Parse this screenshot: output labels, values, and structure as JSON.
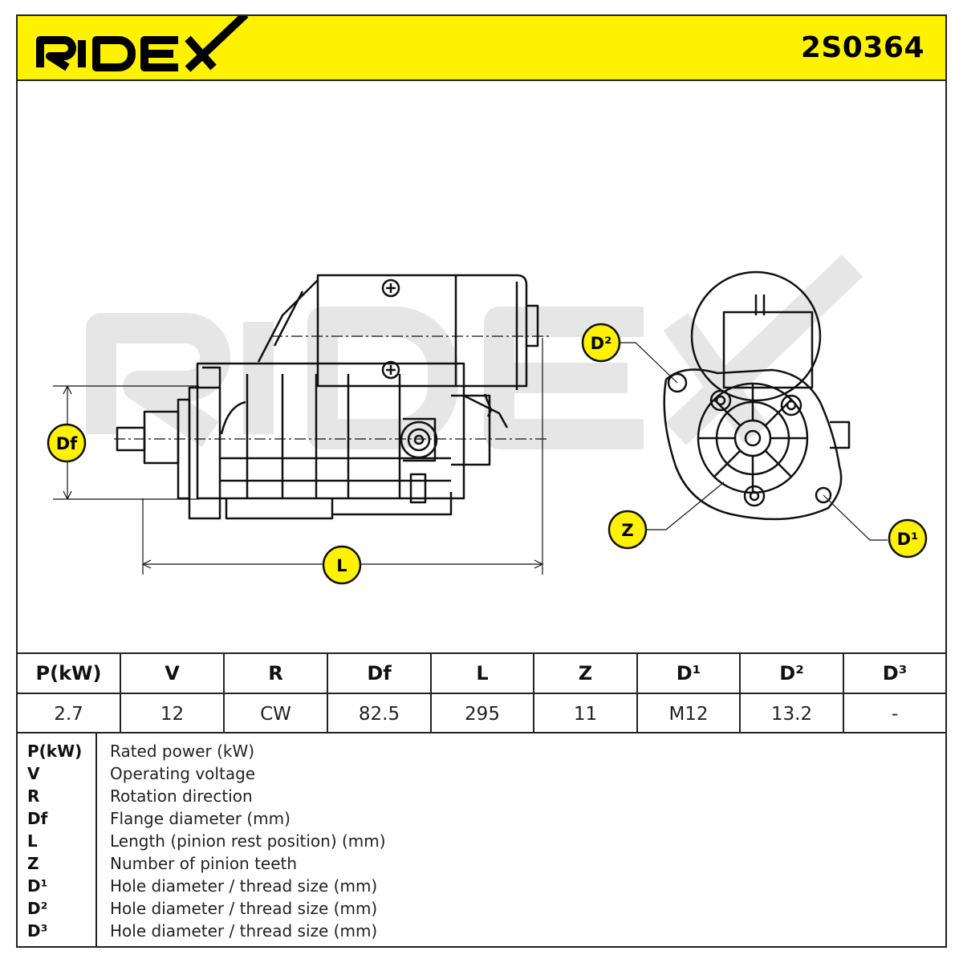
{
  "header": {
    "logo_text": "RIDEX",
    "part_number": "2S0364",
    "brand_color": "#fff200"
  },
  "drawing": {
    "watermark_text": "RIDEX",
    "callouts": {
      "df": "Df",
      "l": "L",
      "z": "Z",
      "d1": "D¹",
      "d2": "D²"
    }
  },
  "specs": {
    "columns": [
      {
        "label": "P(kW)",
        "value": "2.7"
      },
      {
        "label": "V",
        "value": "12"
      },
      {
        "label": "R",
        "value": "CW"
      },
      {
        "label": "Df",
        "value": "82.5"
      },
      {
        "label": "L",
        "value": "295"
      },
      {
        "label": "Z",
        "value": "11"
      },
      {
        "label": "D¹",
        "value": "M12"
      },
      {
        "label": "D²",
        "value": "13.2"
      },
      {
        "label": "D³",
        "value": "-"
      }
    ]
  },
  "legend": {
    "rows": [
      {
        "symbol": "P(kW)",
        "description": "Rated power (kW)"
      },
      {
        "symbol": "V",
        "description": "Operating voltage"
      },
      {
        "symbol": "R",
        "description": "Rotation direction"
      },
      {
        "symbol": "Df",
        "description": "Flange diameter (mm)"
      },
      {
        "symbol": "L",
        "description": "Length (pinion rest position) (mm)"
      },
      {
        "symbol": "Z",
        "description": "Number of pinion teeth"
      },
      {
        "symbol": "D¹",
        "description": "Hole diameter / thread size (mm)"
      },
      {
        "symbol": "D²",
        "description": "Hole diameter / thread size (mm)"
      },
      {
        "symbol": "D³",
        "description": "Hole diameter / thread size (mm)"
      }
    ]
  }
}
